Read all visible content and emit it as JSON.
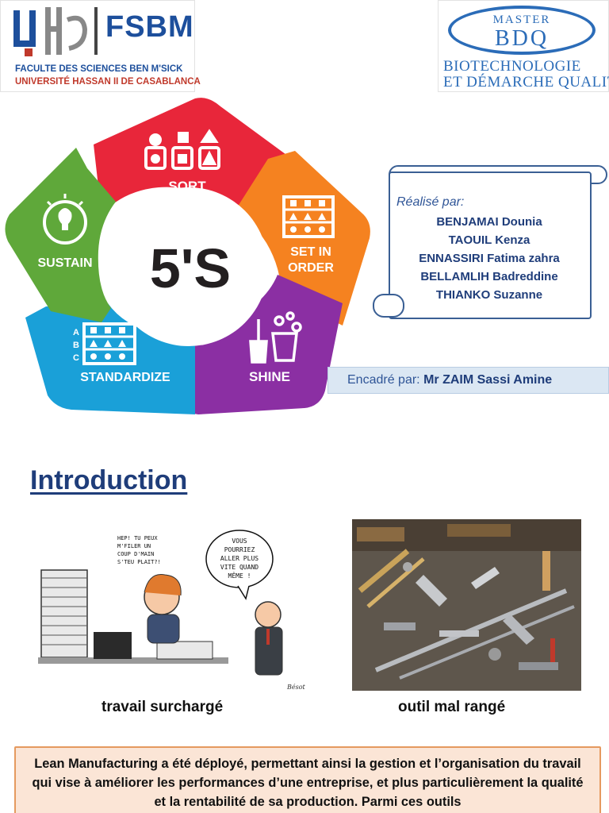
{
  "header": {
    "left_logo": {
      "name": "FSBM",
      "line1": "FACULTE DES SCIENCES BEN M'SICK",
      "line2": "UNIVERSITÉ HASSAN II DE CASABLANCA"
    },
    "right_logo": {
      "top": "MASTER",
      "acronym": "BDQ",
      "line1": "BIOTECHNOLOGIE",
      "line2": "ET DÉMARCHE QUALITÉ"
    }
  },
  "five_s": {
    "center_label": "5'S",
    "segments": [
      {
        "label": "SORT",
        "color": "#e8263a"
      },
      {
        "label": "SET IN",
        "label2": "ORDER",
        "color": "#f58220"
      },
      {
        "label": "SHINE",
        "color": "#8b2fa3"
      },
      {
        "label": "STANDARDIZE",
        "color": "#1aa0d8"
      },
      {
        "label": "SUSTAIN",
        "color": "#5fa83a"
      }
    ],
    "std_letters": [
      "A",
      "B",
      "C"
    ]
  },
  "credits": {
    "realise_label": "Réalisé par:",
    "members": [
      "BENJAMAI Dounia",
      "TAOUIL Kenza",
      "ENNASSIRI Fatima zahra",
      "BELLAMLIH Badreddine",
      "THIANKO Suzanne"
    ],
    "encadre_label": "Encadré par:",
    "encadre_name": "Mr ZAIM Sassi Amine"
  },
  "intro": {
    "title": "Introduction",
    "cartoon_bubble_left": [
      "HEP! TU PEUX",
      "M'FILER UN",
      "COUP D'MAIN",
      "S'TEU PLAIT?!"
    ],
    "cartoon_bubble_right": [
      "VOUS",
      "POURRIEZ",
      "ALLER PLUS",
      "VITE QUAND",
      "MÊME !"
    ],
    "cartoon_signature": "Bésot",
    "caption_left": "travail surchargé",
    "caption_right": "outil mal rangé",
    "lean_text": "Lean Manufacturing a été déployé, permettant ainsi la gestion et l’organisation du travail qui vise à améliorer les performances d’une entreprise, et plus particulièrement la qualité et la rentabilité de sa production. Parmi ces outils"
  }
}
